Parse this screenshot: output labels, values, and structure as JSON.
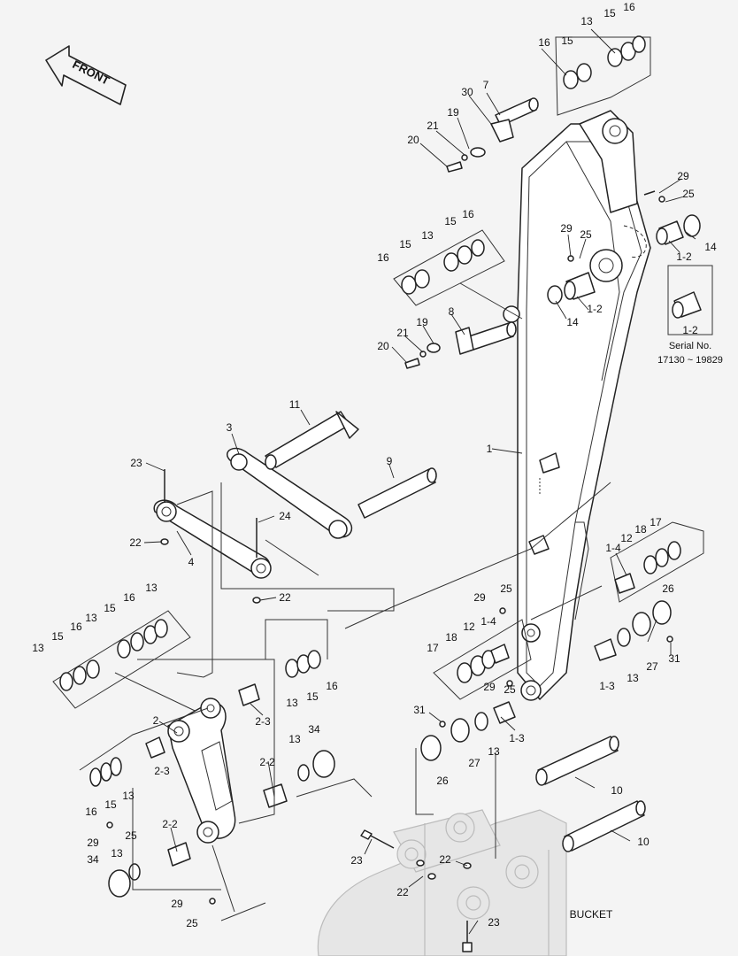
{
  "front_label": "FRONT",
  "bucket_label": "BUCKET",
  "serial": {
    "line1": "Serial No.",
    "line2": "17130 ~ 19829"
  },
  "callouts": [
    {
      "id": "c1",
      "text": "15"
    },
    {
      "id": "c2",
      "text": "16"
    },
    {
      "id": "c3",
      "text": "13"
    },
    {
      "id": "c4",
      "text": "16"
    },
    {
      "id": "c5",
      "text": "15"
    },
    {
      "id": "c6",
      "text": "30"
    },
    {
      "id": "c7",
      "text": "7"
    },
    {
      "id": "c8",
      "text": "19"
    },
    {
      "id": "c9",
      "text": "21"
    },
    {
      "id": "c10",
      "text": "20"
    },
    {
      "id": "c11",
      "text": "29"
    },
    {
      "id": "c12",
      "text": "25"
    },
    {
      "id": "c13",
      "text": "29"
    },
    {
      "id": "c14",
      "text": "25"
    },
    {
      "id": "c15",
      "text": "14"
    },
    {
      "id": "c16",
      "text": "1-2"
    },
    {
      "id": "c17",
      "text": "1-2"
    },
    {
      "id": "c18",
      "text": "1-2"
    },
    {
      "id": "c19",
      "text": "14"
    },
    {
      "id": "c20",
      "text": "15"
    },
    {
      "id": "c21",
      "text": "16"
    },
    {
      "id": "c22",
      "text": "13"
    },
    {
      "id": "c23",
      "text": "15"
    },
    {
      "id": "c24",
      "text": "16"
    },
    {
      "id": "c25",
      "text": "8"
    },
    {
      "id": "c26",
      "text": "19"
    },
    {
      "id": "c27",
      "text": "21"
    },
    {
      "id": "c28",
      "text": "20"
    },
    {
      "id": "c29",
      "text": "11"
    },
    {
      "id": "c30",
      "text": "3"
    },
    {
      "id": "c31",
      "text": "9"
    },
    {
      "id": "c32",
      "text": "1"
    },
    {
      "id": "c33",
      "text": "23"
    },
    {
      "id": "c34",
      "text": "24"
    },
    {
      "id": "c35",
      "text": "22"
    },
    {
      "id": "c36",
      "text": "4"
    },
    {
      "id": "c37",
      "text": "22"
    },
    {
      "id": "c38",
      "text": "13"
    },
    {
      "id": "c39",
      "text": "16"
    },
    {
      "id": "c40",
      "text": "15"
    },
    {
      "id": "c41",
      "text": "13"
    },
    {
      "id": "c42",
      "text": "16"
    },
    {
      "id": "c43",
      "text": "15"
    },
    {
      "id": "c44",
      "text": "13"
    },
    {
      "id": "c45",
      "text": "17"
    },
    {
      "id": "c46",
      "text": "18"
    },
    {
      "id": "c47",
      "text": "12"
    },
    {
      "id": "c48",
      "text": "1-4"
    },
    {
      "id": "c49",
      "text": "29"
    },
    {
      "id": "c50",
      "text": "25"
    },
    {
      "id": "c51",
      "text": "1-4"
    },
    {
      "id": "c52",
      "text": "12"
    },
    {
      "id": "c53",
      "text": "18"
    },
    {
      "id": "c54",
      "text": "17"
    },
    {
      "id": "c55",
      "text": "29"
    },
    {
      "id": "c56",
      "text": "25"
    },
    {
      "id": "c57",
      "text": "26"
    },
    {
      "id": "c58",
      "text": "27"
    },
    {
      "id": "c59",
      "text": "13"
    },
    {
      "id": "c60",
      "text": "1-3"
    },
    {
      "id": "c61",
      "text": "31"
    },
    {
      "id": "c62",
      "text": "13"
    },
    {
      "id": "c63",
      "text": "15"
    },
    {
      "id": "c64",
      "text": "16"
    },
    {
      "id": "c65",
      "text": "2"
    },
    {
      "id": "c66",
      "text": "2-3"
    },
    {
      "id": "c67",
      "text": "2-3"
    },
    {
      "id": "c68",
      "text": "31"
    },
    {
      "id": "c69",
      "text": "1-3"
    },
    {
      "id": "c70",
      "text": "13"
    },
    {
      "id": "c71",
      "text": "27"
    },
    {
      "id": "c72",
      "text": "26"
    },
    {
      "id": "c73",
      "text": "13"
    },
    {
      "id": "c74",
      "text": "34"
    },
    {
      "id": "c75",
      "text": "2-2"
    },
    {
      "id": "c76",
      "text": "16"
    },
    {
      "id": "c77",
      "text": "15"
    },
    {
      "id": "c78",
      "text": "13"
    },
    {
      "id": "c79",
      "text": "29"
    },
    {
      "id": "c80",
      "text": "25"
    },
    {
      "id": "c81",
      "text": "2-2"
    },
    {
      "id": "c82",
      "text": "13"
    },
    {
      "id": "c83",
      "text": "34"
    },
    {
      "id": "c84",
      "text": "29"
    },
    {
      "id": "c85",
      "text": "25"
    },
    {
      "id": "c86",
      "text": "10"
    },
    {
      "id": "c87",
      "text": "10"
    },
    {
      "id": "c88",
      "text": "23"
    },
    {
      "id": "c89",
      "text": "22"
    },
    {
      "id": "c90",
      "text": "22"
    },
    {
      "id": "c91",
      "text": "23"
    }
  ]
}
